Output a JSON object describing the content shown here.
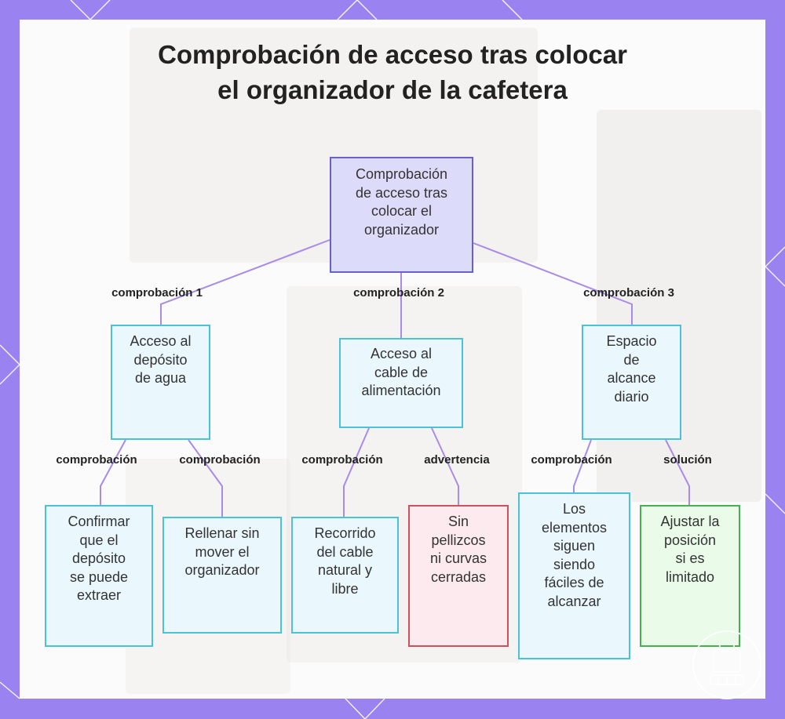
{
  "title": {
    "line1": "Comprobación de acceso tras colocar",
    "line2": "el organizador de la cafetera"
  },
  "root": {
    "lines": [
      "Comprobación",
      "de acceso tras",
      "colocar el",
      "organizador"
    ]
  },
  "level1": [
    {
      "edge_label": "comprobación 1",
      "lines": [
        "Acceso al",
        "depósito",
        "de agua"
      ]
    },
    {
      "edge_label": "comprobación 2",
      "lines": [
        "Acceso al",
        "cable de",
        "alimentación"
      ]
    },
    {
      "edge_label": "comprobación 3",
      "lines": [
        "Espacio",
        "de",
        "alcance",
        "diario"
      ]
    }
  ],
  "leaves": [
    {
      "edge_label": "comprobación",
      "lines": [
        "Confirmar",
        "que el",
        "depósito",
        "se puede",
        "extraer"
      ]
    },
    {
      "edge_label": "comprobación",
      "lines": [
        "Rellenar sin",
        "mover el",
        "organizador"
      ]
    },
    {
      "edge_label": "comprobación",
      "lines": [
        "Recorrido",
        "del cable",
        "natural y",
        "libre"
      ]
    },
    {
      "edge_label": "advertencia",
      "lines": [
        "Sin",
        "pellizcos",
        "ni curvas",
        "cerradas"
      ]
    },
    {
      "edge_label": "comprobación",
      "lines": [
        "Los",
        "elementos",
        "siguen",
        "siendo",
        "fáciles de",
        "alcanzar"
      ]
    },
    {
      "edge_label": "solución",
      "lines": [
        "Ajustar la",
        "posición",
        "si es",
        "limitado"
      ]
    }
  ],
  "colors": {
    "root_fill": "#dcdcfa",
    "root_border": "#6a5fcf",
    "info_border": "#4cc2d8",
    "warning_border": "#d24f5c",
    "solution_border": "#45b050",
    "connector": "#a98be8",
    "frame": "#9a82f0"
  }
}
